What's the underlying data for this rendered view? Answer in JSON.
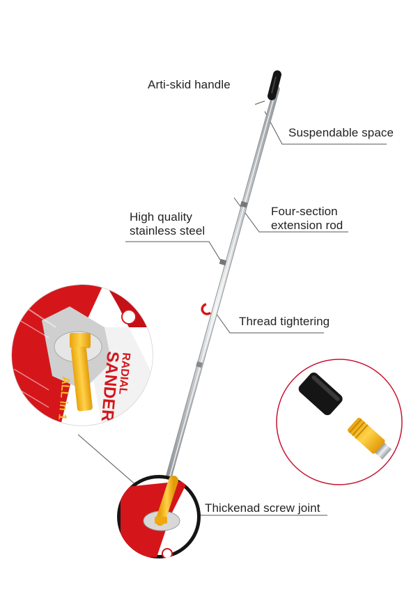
{
  "labels": {
    "handle": "Arti-skid handle",
    "suspend": "Suspendable space",
    "steel_1": "High quality",
    "steel_2": "stainless steel",
    "rod_1": "Four-section",
    "rod_2": "extension rod",
    "thread": "Thread tightering",
    "joint": "Thickenad screw joint"
  },
  "product_box": {
    "brand_line_1": "RADIAL",
    "brand_line_2": "SANDER",
    "tag": "ALL in 1"
  },
  "colors": {
    "brand_red": "#d4161b",
    "handle_yellow": "#f6b81e",
    "rod_steel": "#b9bcbf",
    "grip_black": "#151515",
    "callout_circle": "#c8102e"
  }
}
